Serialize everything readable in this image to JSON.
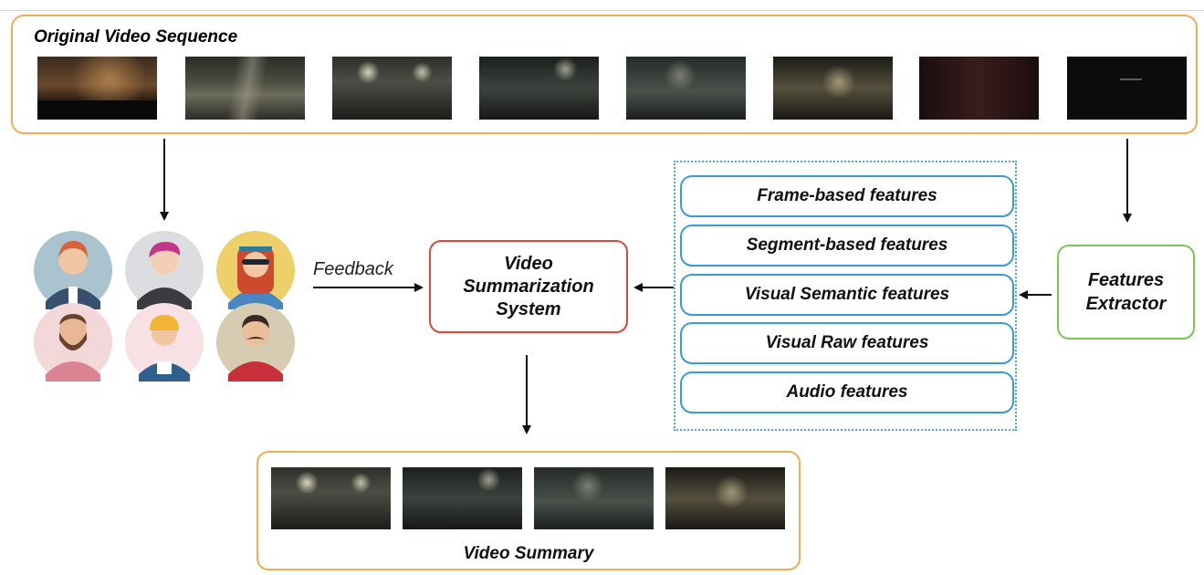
{
  "original_video": {
    "title": "Original Video Sequence",
    "frame_count": 8
  },
  "users": {
    "avatars": [
      "red-haired-user-icon",
      "pink-haired-user-icon",
      "hippie-user-icon",
      "bearded-user-icon",
      "helmet-user-icon",
      "mustache-user-icon"
    ]
  },
  "feedback_label": "Feedback",
  "video_summarization_system": {
    "line1": "Video",
    "line2": "Summarization",
    "line3": "System"
  },
  "features_list": [
    "Frame-based features",
    "Segment-based features",
    "Visual Semantic  features",
    "Visual Raw  features",
    "Audio features"
  ],
  "features_extractor": {
    "line1": "Features",
    "line2": "Extractor"
  },
  "video_summary": {
    "title": "Video Summary",
    "frame_count": 4
  },
  "colors": {
    "orange_border": "#f0ad52",
    "red_border": "#d94a3a",
    "green_border": "#7cc654",
    "blue_border": "#3a9ad8"
  }
}
